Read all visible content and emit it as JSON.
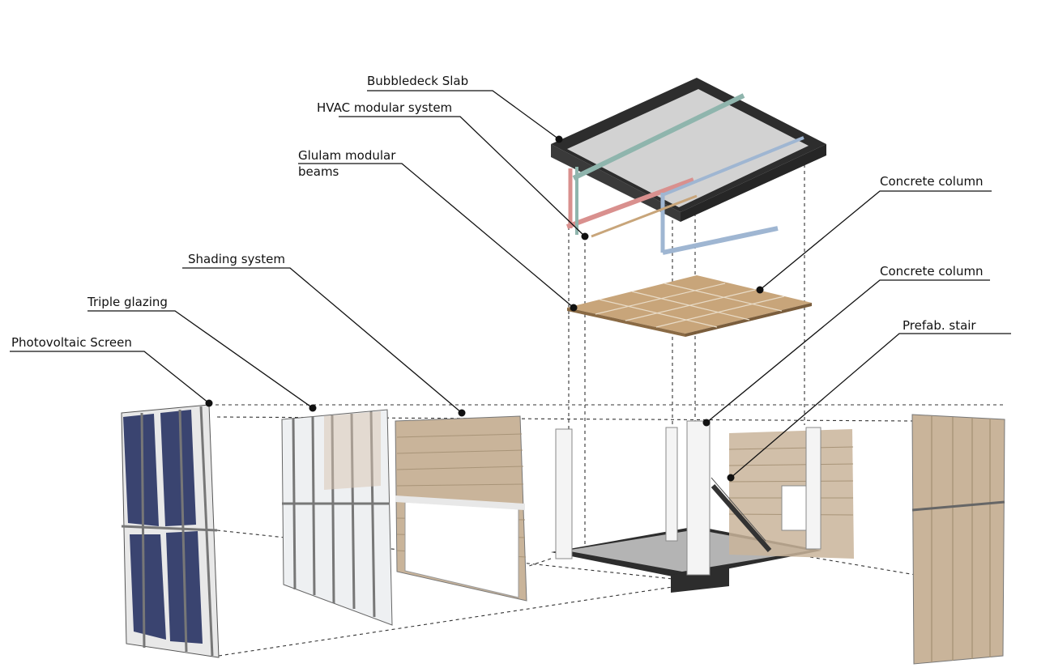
{
  "labels": {
    "bubbledeck": "Bubbledeck Slab",
    "hvac": "HVAC modular system",
    "glulam_line1": "Glulam modular",
    "glulam_line2": "beams",
    "concrete_column_top": "Concrete column",
    "shading": "Shading system",
    "concrete_column_mid": "Concrete column",
    "triple_glazing": "Triple glazing",
    "prefab_stair": "Prefab. stair",
    "photovoltaic": "Photovoltaic Screen"
  },
  "colors": {
    "slab_top": "#d2d2d2",
    "slab_edge": "#2d2d2d",
    "glulam": "#c8a57a",
    "hvac_pink": "#d9908e",
    "hvac_teal": "#8fb5ad",
    "hvac_blue": "#9fb6d2",
    "glazing": "#9aa0a6",
    "shading_wood": "#c9b49a",
    "pv_panel": "#3a4470",
    "column": "#f4f4f4"
  }
}
